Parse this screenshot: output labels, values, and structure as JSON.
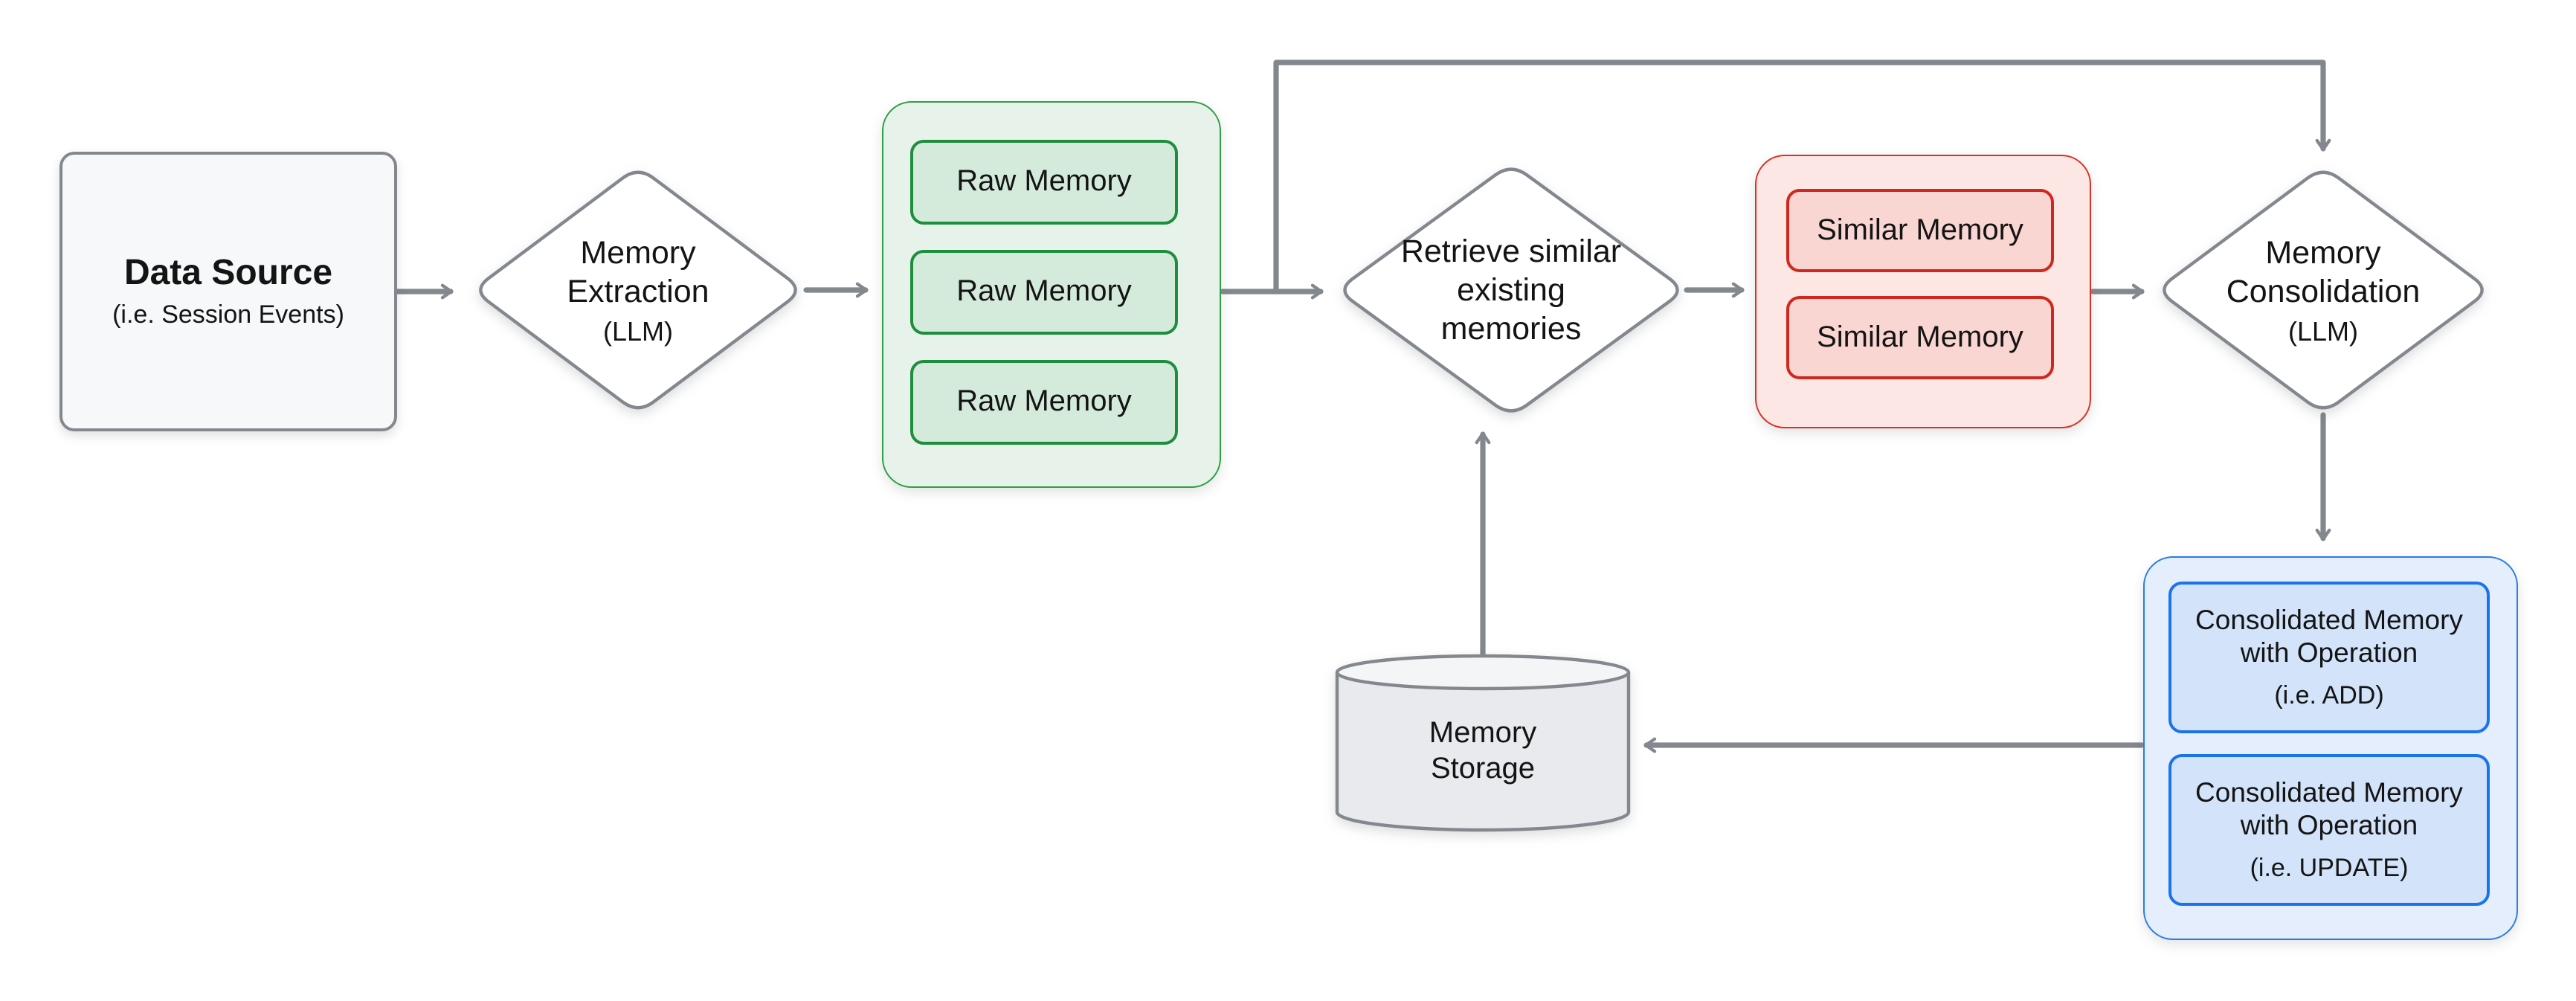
{
  "diagram": {
    "description": "Memory extraction and consolidation pipeline flowchart",
    "colors": {
      "background": "#ffffff",
      "arrow_gray": "#83888e",
      "neutral_border": "#83888e",
      "data_source_fill": "#f7f8f9",
      "diamond_fill": "#ffffff",
      "green_container_fill": "#e7f3ea",
      "green_container_border": "#2f9e44",
      "green_chip_fill": "#d4ebdb",
      "green_chip_border": "#1e8e3e",
      "red_container_fill": "#fce7e5",
      "red_container_border": "#d93025",
      "red_chip_fill": "#f9d6d2",
      "red_chip_border": "#d0281f",
      "blue_container_fill": "#e5eefc",
      "blue_container_border": "#2a7de1",
      "blue_chip_fill": "#d2e3fa",
      "blue_chip_border": "#1a73e8",
      "cylinder_fill": "#e8eaee",
      "cylinder_top_fill": "#f4f5f7",
      "text": "#141414"
    },
    "nodes": {
      "data_source": {
        "title": "Data Source",
        "subtitle": "(i.e. Session Events)"
      },
      "memory_extraction": {
        "line1": "Memory",
        "line2": "Extraction",
        "sub": "(LLM)"
      },
      "raw_memories": [
        "Raw Memory",
        "Raw Memory",
        "Raw Memory"
      ],
      "retrieve": {
        "line1": "Retrieve similar",
        "line2": "existing",
        "line3": "memories"
      },
      "similar_memories": [
        "Similar Memory",
        "Similar Memory"
      ],
      "memory_consolidation": {
        "line1": "Memory",
        "line2": "Consolidation",
        "sub": "(LLM)"
      },
      "consolidated_memories": [
        {
          "line1": "Consolidated Memory",
          "line2": "with Operation",
          "sub": "(i.e. ADD)"
        },
        {
          "line1": "Consolidated Memory",
          "line2": "with Operation",
          "sub": "(i.e. UPDATE)"
        }
      ],
      "memory_storage": {
        "line1": "Memory",
        "line2": "Storage"
      }
    }
  }
}
